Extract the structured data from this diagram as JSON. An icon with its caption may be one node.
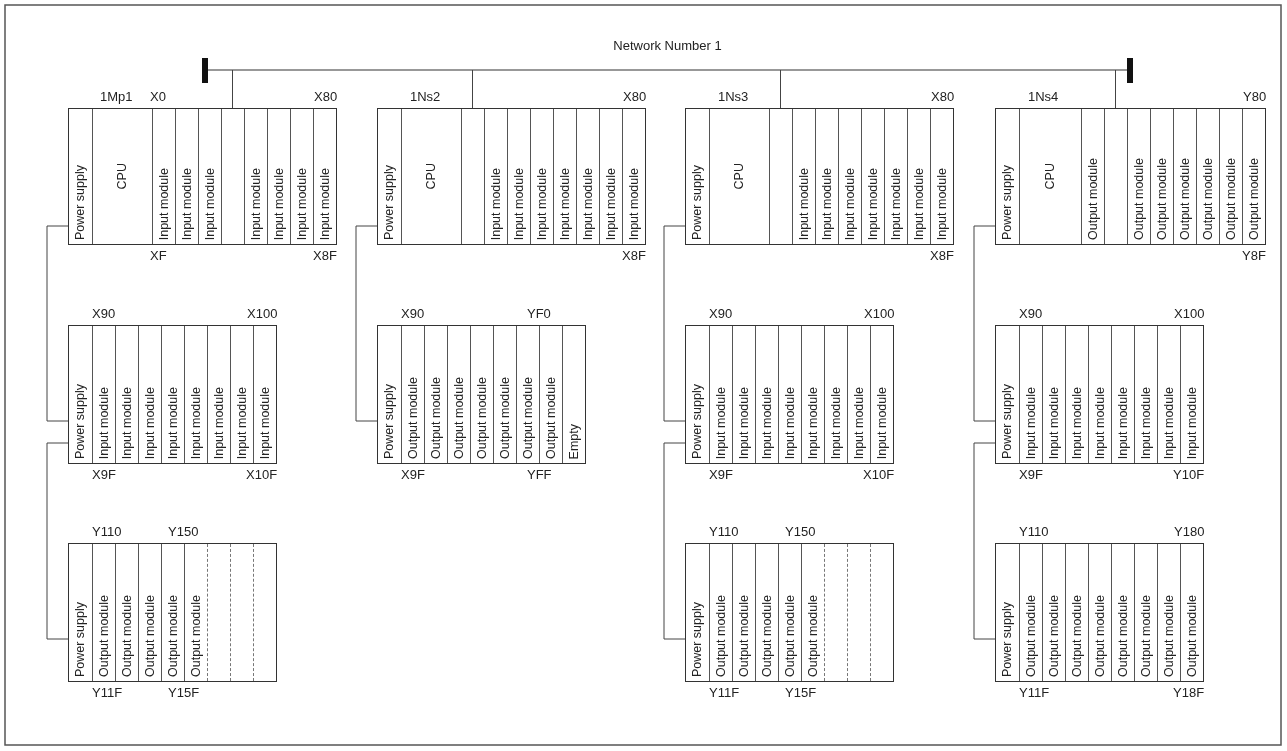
{
  "diagram": {
    "nodes": [
      {
        "text": [
          "Network Number 1"
        ]
      },
      {
        "text": [],
        "shape": "box",
        "beside": [
          "1Mp1",
          "X0",
          "X80",
          "XF",
          "X8F"
        ]
      },
      {
        "text": [
          "Power supply"
        ],
        "in": 1
      },
      {
        "text": [
          "CPU"
        ],
        "in": 1
      },
      {
        "text": [
          "Input module"
        ],
        "in": 1
      },
      {
        "text": [
          "Input module"
        ],
        "in": 1
      },
      {
        "text": [
          "Input module"
        ],
        "in": 1
      },
      {
        "text": [],
        "shape": "box",
        "in": 1
      },
      {
        "text": [
          "Input module"
        ],
        "in": 1
      },
      {
        "text": [
          "Input module"
        ],
        "in": 1
      },
      {
        "text": [
          "Input module"
        ],
        "in": 1
      },
      {
        "text": [
          "Input module"
        ],
        "in": 1
      },
      {
        "text": [],
        "shape": "box",
        "beside": [
          "X90",
          "X100",
          "X9F",
          "X10F"
        ]
      },
      {
        "text": [
          "Power supply"
        ],
        "in": 12
      },
      {
        "text": [
          "Input module"
        ],
        "in": 12
      },
      {
        "text": [
          "Input module"
        ],
        "in": 12
      },
      {
        "text": [
          "Input module"
        ],
        "in": 12
      },
      {
        "text": [
          "Input module"
        ],
        "in": 12
      },
      {
        "text": [
          "Input module"
        ],
        "in": 12
      },
      {
        "text": [
          "Input module"
        ],
        "in": 12
      },
      {
        "text": [
          "Input module"
        ],
        "in": 12
      },
      {
        "text": [
          "Input module"
        ],
        "in": 12
      },
      {
        "text": [],
        "shape": "box",
        "beside": [
          "Y110",
          "Y150",
          "Y11F",
          "Y15F"
        ]
      },
      {
        "text": [
          "Power supply"
        ],
        "in": 22
      },
      {
        "text": [
          "Output module"
        ],
        "in": 22
      },
      {
        "text": [
          "Output module"
        ],
        "in": 22
      },
      {
        "text": [
          "Output module"
        ],
        "in": 22
      },
      {
        "text": [
          "Output module"
        ],
        "in": 22
      },
      {
        "text": [
          "Output module"
        ],
        "in": 22
      },
      {
        "text": [],
        "shape": "slot",
        "in": 22
      },
      {
        "text": [],
        "shape": "slot",
        "in": 22
      },
      {
        "text": [],
        "shape": "slot",
        "in": 22
      },
      {
        "text": [],
        "shape": "box",
        "beside": [
          "1Ns2",
          "X80",
          "X8F"
        ]
      },
      {
        "text": [
          "Power supply"
        ],
        "in": 32
      },
      {
        "text": [
          "CPU"
        ],
        "in": 32
      },
      {
        "text": [],
        "shape": "box",
        "in": 32
      },
      {
        "text": [
          "Input module"
        ],
        "in": 32
      },
      {
        "text": [
          "Input module"
        ],
        "in": 32
      },
      {
        "text": [
          "Input module"
        ],
        "in": 32
      },
      {
        "text": [
          "Input module"
        ],
        "in": 32
      },
      {
        "text": [
          "Input module"
        ],
        "in": 32
      },
      {
        "text": [
          "Input module"
        ],
        "in": 32
      },
      {
        "text": [
          "Input module"
        ],
        "in": 32
      },
      {
        "text": [],
        "shape": "box",
        "beside": [
          "X90",
          "YF0",
          "X9F",
          "YFF"
        ]
      },
      {
        "text": [
          "Power supply"
        ],
        "in": 43
      },
      {
        "text": [
          "Output module"
        ],
        "in": 43
      },
      {
        "text": [
          "Output module"
        ],
        "in": 43
      },
      {
        "text": [
          "Output module"
        ],
        "in": 43
      },
      {
        "text": [
          "Output module"
        ],
        "in": 43
      },
      {
        "text": [
          "Output module"
        ],
        "in": 43
      },
      {
        "text": [
          "Output module"
        ],
        "in": 43
      },
      {
        "text": [
          "Output module"
        ],
        "in": 43
      },
      {
        "text": [
          "Empty"
        ],
        "in": 43
      },
      {
        "text": [],
        "shape": "box",
        "beside": [
          "1Ns3",
          "X80",
          "X8F"
        ]
      },
      {
        "text": [
          "Power supply"
        ],
        "in": 53
      },
      {
        "text": [
          "CPU"
        ],
        "in": 53
      },
      {
        "text": [],
        "shape": "box",
        "in": 53
      },
      {
        "text": [
          "Input module"
        ],
        "in": 53
      },
      {
        "text": [
          "Input module"
        ],
        "in": 53
      },
      {
        "text": [
          "Input module"
        ],
        "in": 53
      },
      {
        "text": [
          "Input module"
        ],
        "in": 53
      },
      {
        "text": [
          "Input module"
        ],
        "in": 53
      },
      {
        "text": [
          "Input module"
        ],
        "in": 53
      },
      {
        "text": [
          "Input module"
        ],
        "in": 53
      },
      {
        "text": [],
        "shape": "box",
        "beside": [
          "X90",
          "X100",
          "X9F",
          "X10F"
        ]
      },
      {
        "text": [
          "Power supply"
        ],
        "in": 64
      },
      {
        "text": [
          "Input module"
        ],
        "in": 64
      },
      {
        "text": [
          "Input module"
        ],
        "in": 64
      },
      {
        "text": [
          "Input module"
        ],
        "in": 64
      },
      {
        "text": [
          "Input module"
        ],
        "in": 64
      },
      {
        "text": [
          "Input module"
        ],
        "in": 64
      },
      {
        "text": [
          "Input module"
        ],
        "in": 64
      },
      {
        "text": [
          "Input module"
        ],
        "in": 64
      },
      {
        "text": [
          "Input module"
        ],
        "in": 64
      },
      {
        "text": [],
        "shape": "box",
        "beside": [
          "Y110",
          "Y150",
          "Y11F",
          "Y15F"
        ]
      },
      {
        "text": [
          "Power supply"
        ],
        "in": 74
      },
      {
        "text": [
          "Output module"
        ],
        "in": 74
      },
      {
        "text": [
          "Output module"
        ],
        "in": 74
      },
      {
        "text": [
          "Output module"
        ],
        "in": 74
      },
      {
        "text": [
          "Output module"
        ],
        "in": 74
      },
      {
        "text": [
          "Output module"
        ],
        "in": 74
      },
      {
        "text": [],
        "shape": "slot",
        "in": 74
      },
      {
        "text": [],
        "shape": "slot",
        "in": 74
      },
      {
        "text": [],
        "shape": "slot",
        "in": 74
      },
      {
        "text": [],
        "shape": "box",
        "beside": [
          "1Ns4",
          "Y80",
          "Y8F"
        ]
      },
      {
        "text": [
          "Power supply"
        ],
        "in": 84
      },
      {
        "text": [
          "CPU"
        ],
        "in": 84
      },
      {
        "text": [
          "Output module"
        ],
        "in": 84
      },
      {
        "text": [],
        "shape": "box",
        "in": 84
      },
      {
        "text": [
          "Output module"
        ],
        "in": 84
      },
      {
        "text": [
          "Output module"
        ],
        "in": 84
      },
      {
        "text": [
          "Output module"
        ],
        "in": 84
      },
      {
        "text": [
          "Output module"
        ],
        "in": 84
      },
      {
        "text": [
          "Output module"
        ],
        "in": 84
      },
      {
        "text": [
          "Output module"
        ],
        "in": 84
      },
      {
        "text": [],
        "shape": "box",
        "beside": [
          "X90",
          "X100",
          "X9F",
          "Y10F"
        ]
      },
      {
        "text": [
          "Power supply"
        ],
        "in": 95
      },
      {
        "text": [
          "Input module"
        ],
        "in": 95
      },
      {
        "text": [
          "Input module"
        ],
        "in": 95
      },
      {
        "text": [
          "Input module"
        ],
        "in": 95
      },
      {
        "text": [
          "Input module"
        ],
        "in": 95
      },
      {
        "text": [
          "Input module"
        ],
        "in": 95
      },
      {
        "text": [
          "Input module"
        ],
        "in": 95
      },
      {
        "text": [
          "Input module"
        ],
        "in": 95
      },
      {
        "text": [
          "Input module"
        ],
        "in": 95
      },
      {
        "text": [],
        "shape": "box",
        "beside": [
          "Y110",
          "Y180",
          "Y11F",
          "Y18F"
        ]
      },
      {
        "text": [
          "Power supply"
        ],
        "in": 105
      },
      {
        "text": [
          "Output module"
        ],
        "in": 105
      },
      {
        "text": [
          "Output module"
        ],
        "in": 105
      },
      {
        "text": [
          "Output module"
        ],
        "in": 105
      },
      {
        "text": [
          "Output module"
        ],
        "in": 105
      },
      {
        "text": [
          "Output module"
        ],
        "in": 105
      },
      {
        "text": [
          "Output module"
        ],
        "in": 105
      },
      {
        "text": [
          "Output module"
        ],
        "in": 105
      },
      {
        "text": [
          "Output module"
        ],
        "in": 105
      }
    ],
    "edges": [
      {
        "from": 0,
        "to": 7,
        "arrow": "none"
      },
      {
        "from": 0,
        "to": 35,
        "arrow": "none"
      },
      {
        "from": 0,
        "to": 56,
        "arrow": "none"
      },
      {
        "from": 0,
        "to": 88,
        "arrow": "none"
      },
      {
        "from": 2,
        "to": 13,
        "arrow": "none"
      },
      {
        "from": 13,
        "to": 23,
        "arrow": "none"
      },
      {
        "from": 33,
        "to": 44,
        "arrow": "none"
      },
      {
        "from": 54,
        "to": 65,
        "arrow": "none"
      },
      {
        "from": 65,
        "to": 75,
        "arrow": "none"
      },
      {
        "from": 85,
        "to": 96,
        "arrow": "none"
      },
      {
        "from": 96,
        "to": 106,
        "arrow": "none"
      }
    ]
  }
}
